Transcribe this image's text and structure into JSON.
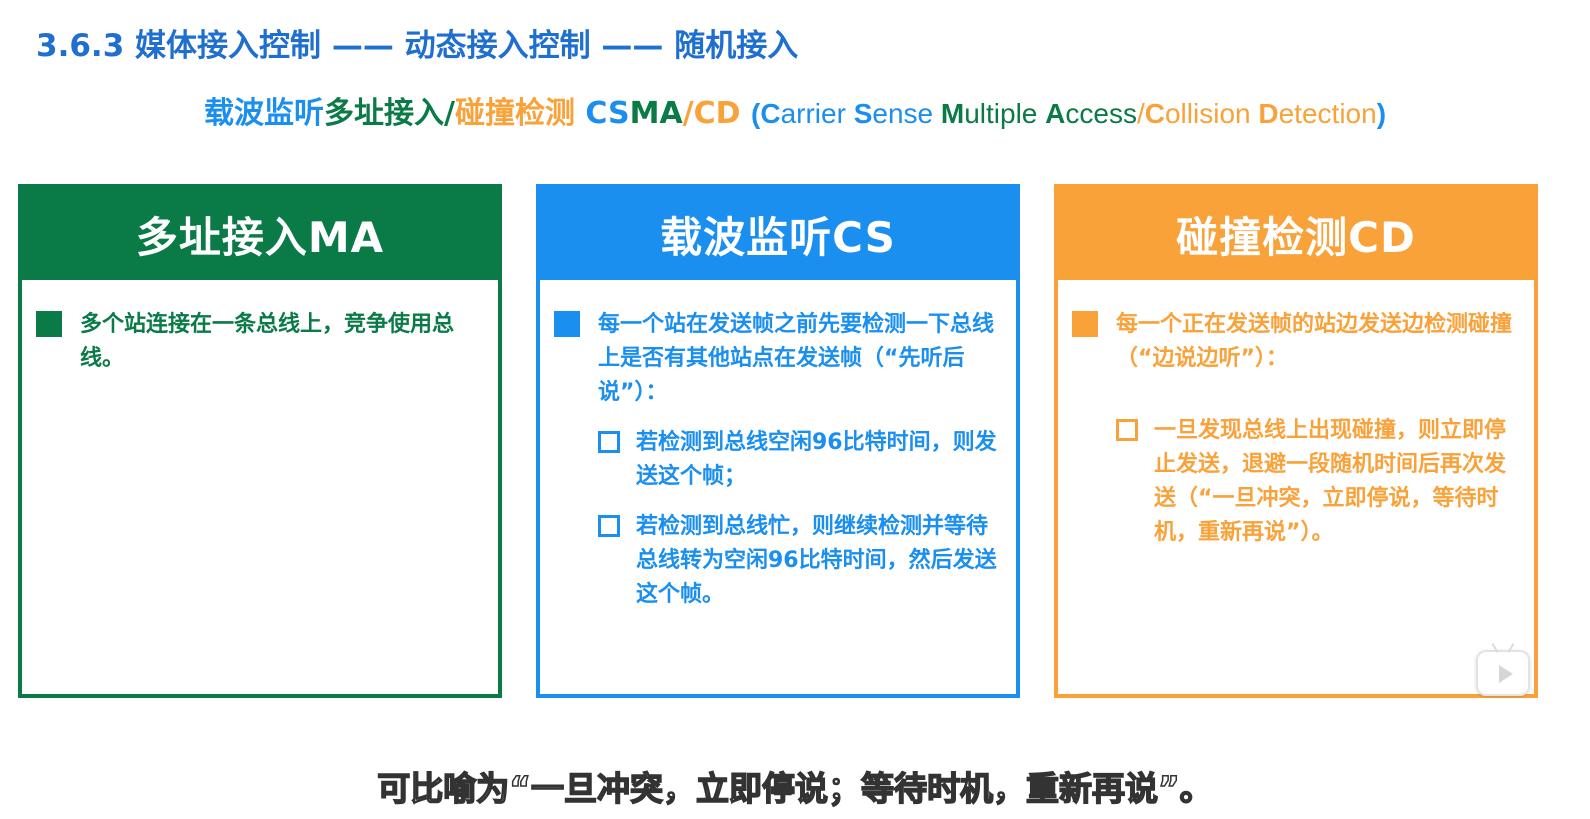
{
  "slide": {
    "title": "3.6.3 媒体接入控制 —— 动态接入控制 —— 随机接入",
    "subtitle": {
      "cn_cs": "载波监听",
      "cn_ma": "多址接入",
      "slash1": "/",
      "cn_cd": "碰撞检测",
      "abbr_csma_cs": "CS",
      "abbr_csma_ma": "MA",
      "slash2": "/",
      "abbr_cd": "CD",
      "paren_open": "(",
      "en_c": "C",
      "en_arrier": "arrier ",
      "en_s": "S",
      "en_ense": "ense ",
      "en_m": "M",
      "en_ultiple": "ultiple ",
      "en_a": "A",
      "en_ccess": "ccess",
      "slash3": "/",
      "en_c2": "C",
      "en_ollision": "ollision ",
      "en_d": "D",
      "en_etection": "etection",
      "paren_close": ")"
    },
    "cards": [
      {
        "header": "多址接入MA",
        "item": "多个站连接在一条总线上，竞争使用总线。"
      },
      {
        "header": "载波监听CS",
        "item": "每一个站在发送帧之前先要检测一下总线上是否有其他站点在发送帧（“先听后说”）：",
        "subitems": [
          "若检测到总线空闲96比特时间，则发送这个帧；",
          "若检测到总线忙，则继续检测并等待总线转为空闲96比特时间，然后发送这个帧。"
        ]
      },
      {
        "header": "碰撞检测CD",
        "item": "每一个正在发送帧的站边发送边检测碰撞（“边说边听”）：",
        "subitems": [
          "一旦发现总线上出现碰撞，则立即停止发送，退避一段随机时间后再次发送（“一旦冲突，立即停说，等待时机，重新再说”）。"
        ]
      }
    ]
  },
  "video": {
    "caption": "可比喻为“一旦冲突，立即停说；等待时机，重新再说”。",
    "overlay_icon": "tv-play-icon"
  },
  "colors": {
    "title_blue": "#1f6fd0",
    "cs_blue": "#1b8ff0",
    "ma_green": "#0a7a47",
    "cd_orange": "#f9a23a"
  }
}
